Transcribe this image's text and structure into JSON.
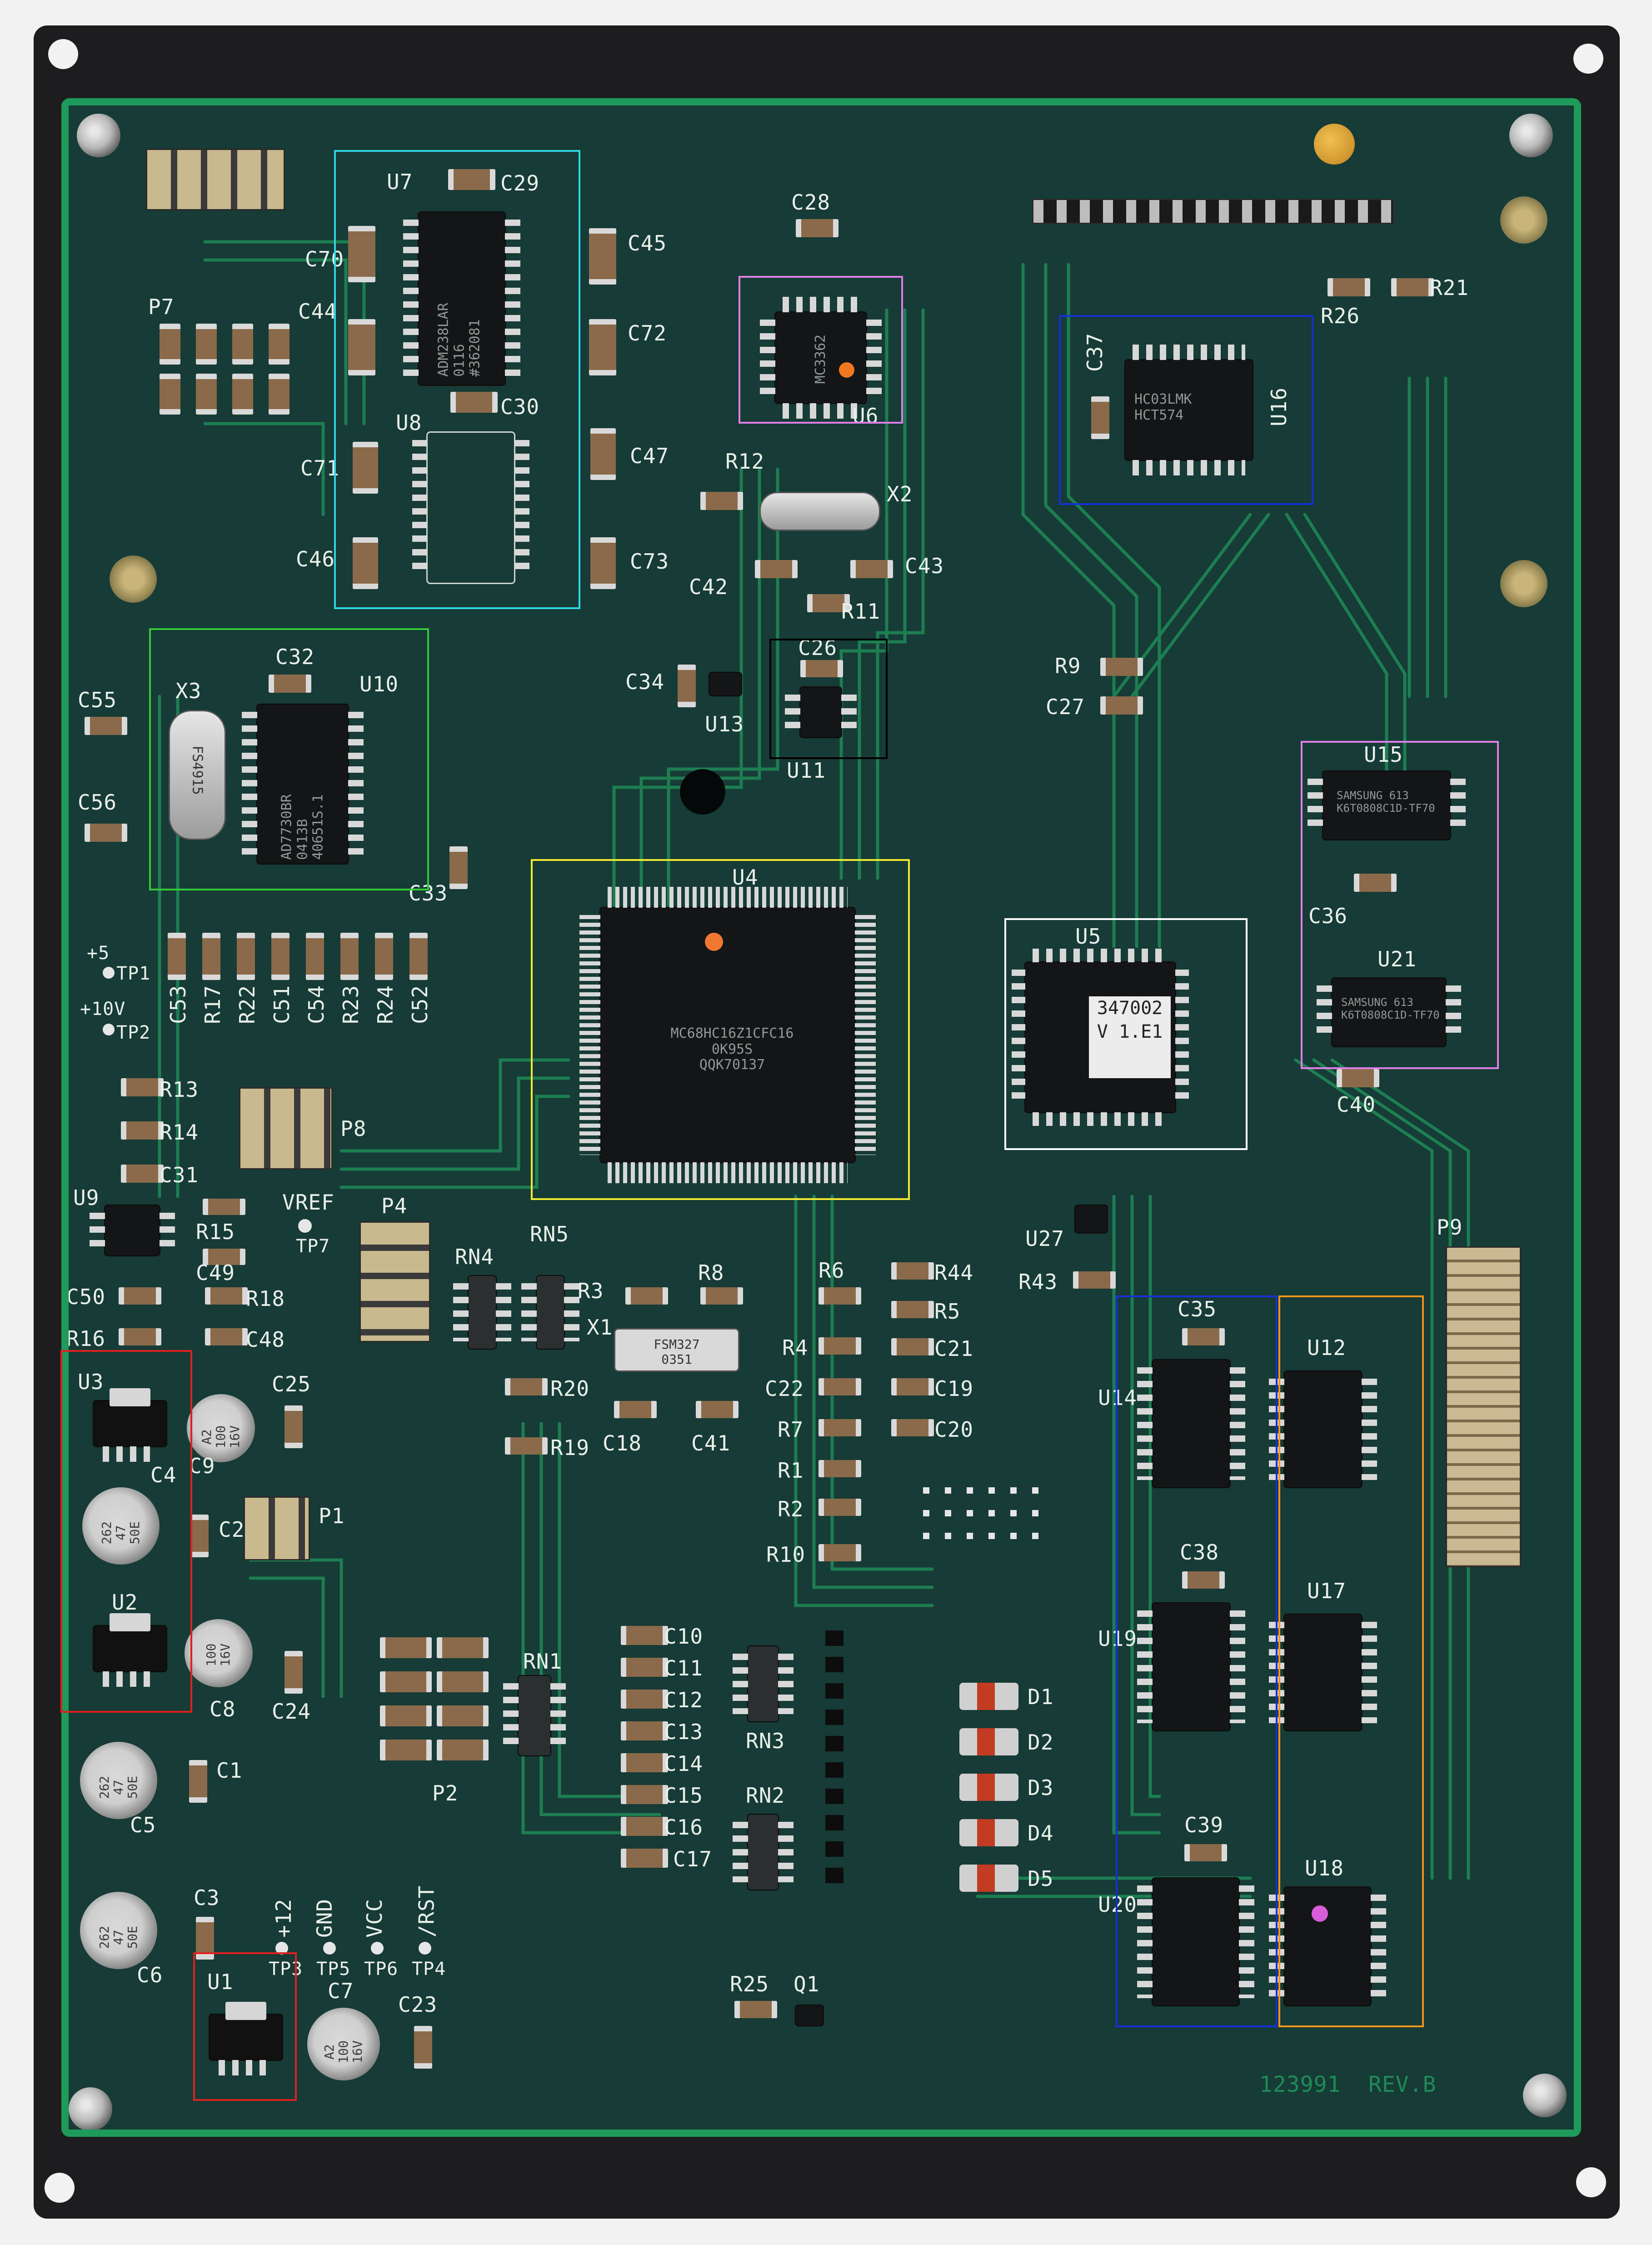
{
  "board": {
    "part_number": "123991",
    "revision": "REV.B",
    "colors": {
      "solder_mask": "#173b36",
      "border_copper": "#1e9a5a",
      "silkscreen": "#e9efe9",
      "frame": "#1d1d1f"
    }
  },
  "chips": {
    "u4_marking": "MC68HC16Z1CFC16\n0K95S\nQQK70137",
    "u5_label": "347002\nV 1.E1",
    "u7_marking": "ADM238LAR\n0116\n#362081",
    "u10_marking": "AD7730BR\n0413B\n40651S.1",
    "u16_marking": "HC03LMK\nHCT574",
    "u15_marking": "SAMSUNG 613\nK6T0808C1D-TF70",
    "u21_marking": "SAMSUNG 613\nK6T0808C1D-TF70",
    "x1_marking": "FSM327\n0351",
    "x3_marking": "FS4915",
    "u6_marking": "MC3362"
  },
  "labels": {
    "U7": "U7",
    "C29": "C29",
    "C70": "C70",
    "C45": "C45",
    "C44": "C44",
    "C72": "C72",
    "P7": "P7",
    "U8": "U8",
    "C30": "C30",
    "C71": "C71",
    "C47": "C47",
    "C46": "C46",
    "C73": "C73",
    "C28": "C28",
    "U6": "U6",
    "R12": "R12",
    "X2": "X2",
    "C42": "C42",
    "C43": "C43",
    "R11": "R11",
    "C37": "C37",
    "U16": "U16",
    "R26": "R26",
    "R21": "R21",
    "C32": "C32",
    "U10": "U10",
    "C55": "C55",
    "X3": "X3",
    "C56": "C56",
    "C33": "C33",
    "C34": "C34",
    "U13": "U13",
    "C26": "C26",
    "U11": "U11",
    "R9": "R9",
    "C27": "C27",
    "U15": "U15",
    "C36": "C36",
    "U21": "U21",
    "C40": "C40",
    "U4": "U4",
    "U5": "U5",
    "TP1_lbl": "+5",
    "TP1": "TP1",
    "TP2_lbl": "+10V",
    "TP2": "TP2",
    "C53": "C53",
    "R17": "R17",
    "R22": "R22",
    "C51": "C51",
    "C54": "C54",
    "R23": "R23",
    "R24": "R24",
    "C52": "C52",
    "R13": "R13",
    "R14": "R14",
    "C31": "C31",
    "P8": "P8",
    "U9": "U9",
    "R15": "R15",
    "VREF": "VREF",
    "TP7": "TP7",
    "C49": "C49",
    "C50": "C50",
    "R18": "R18",
    "R16": "R16",
    "C48": "C48",
    "P4": "P4",
    "RN4": "RN4",
    "RN5": "RN5",
    "R3": "R3",
    "R8": "R8",
    "X1": "X1",
    "R20": "R20",
    "R19": "R19",
    "C18": "C18",
    "C41": "C41",
    "R6": "R6",
    "R44": "R44",
    "R5": "R5",
    "R4": "R4",
    "C21": "C21",
    "C22": "C22",
    "C19": "C19",
    "R7": "R7",
    "C20": "C20",
    "R1": "R1",
    "R2": "R2",
    "R10": "R10",
    "U27": "U27",
    "R43": "R43",
    "P9": "P9",
    "C35": "C35",
    "U14": "U14",
    "U12": "U12",
    "C38": "C38",
    "U19": "U19",
    "U17": "U17",
    "C39": "C39",
    "U20": "U20",
    "U18": "U18",
    "U3": "U3",
    "C25": "C25",
    "C4": "C4",
    "C9": "C9",
    "C2": "C2",
    "P1": "P1",
    "U2": "U2",
    "C8": "C8",
    "C24": "C24",
    "C1": "C1",
    "C5": "C5",
    "P2": "P2",
    "RN1": "RN1",
    "C10": "C10",
    "C11": "C11",
    "C12": "C12",
    "C13": "C13",
    "C14": "C14",
    "C15": "C15",
    "C16": "C16",
    "C17": "C17",
    "RN3": "RN3",
    "RN2": "RN2",
    "D1": "D1",
    "D2": "D2",
    "D3": "D3",
    "D4": "D4",
    "D5": "D5",
    "C3": "C3",
    "C6": "C6",
    "TP3_lbl": "+12",
    "TP3": "TP3",
    "TP5_lbl": "GND",
    "TP5": "TP5",
    "TP6_lbl": "VCC",
    "TP6": "TP6",
    "TP4_lbl": "/RST",
    "TP4": "TP4",
    "U1": "U1",
    "C7": "C7",
    "C23": "C23",
    "R25": "R25",
    "Q1": "Q1"
  },
  "caps": {
    "c4_text": "262\n47\n50E",
    "c9_text": "A2\n100\n16V",
    "c8_text": "100\n16V",
    "c5_text": "262\n47\n50E",
    "c6_text": "262\n47\n50E",
    "c7_text": "A2\n100\n16V"
  },
  "highlight_boxes": [
    {
      "name": "cyan-box",
      "color": "#32d6e6"
    },
    {
      "name": "violet-box-u6",
      "color": "#e07ee8"
    },
    {
      "name": "blue-box-u16",
      "color": "#1530d8"
    },
    {
      "name": "green-box-u10",
      "color": "#34c83a"
    },
    {
      "name": "black-box-u11",
      "color": "#000000"
    },
    {
      "name": "violet-box-u15",
      "color": "#e07ee8"
    },
    {
      "name": "yellow-box-u4",
      "color": "#f2ea33"
    },
    {
      "name": "white-box-u5",
      "color": "#ffffff"
    },
    {
      "name": "red-box-u3",
      "color": "#e02020"
    },
    {
      "name": "red-box-u1",
      "color": "#e02020"
    },
    {
      "name": "blue-box-u14",
      "color": "#1530d8"
    },
    {
      "name": "orange-box-u12",
      "color": "#f0951a"
    }
  ]
}
